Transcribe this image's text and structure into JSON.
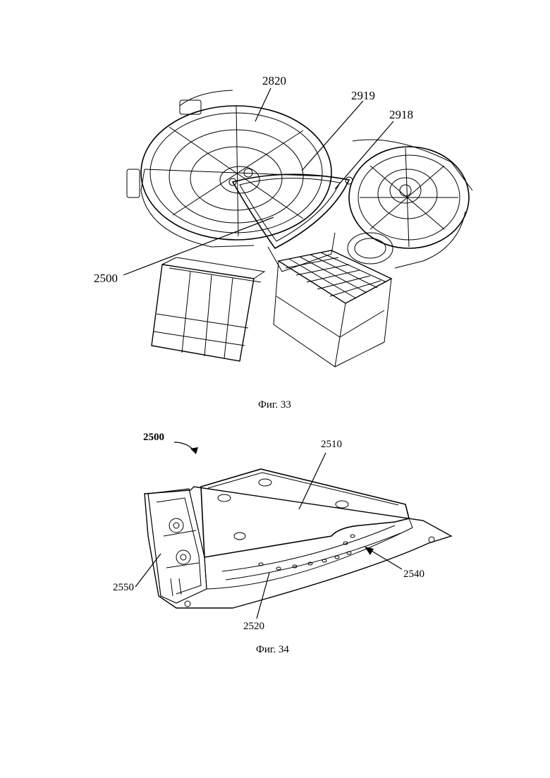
{
  "figure33": {
    "caption": "Фиг. 33",
    "labels": {
      "l2820": "2820",
      "l2919": "2919",
      "l2918": "2918",
      "l2500": "2500"
    }
  },
  "figure34": {
    "caption": "Фиг. 34",
    "labels": {
      "l2500": "2500",
      "l2510": "2510",
      "l2540": "2540",
      "l2550": "2550",
      "l2520": "2520"
    }
  }
}
